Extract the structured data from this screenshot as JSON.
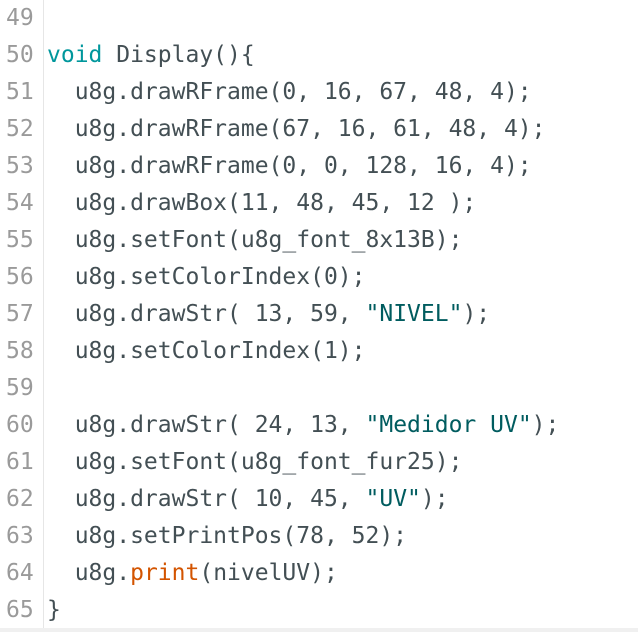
{
  "editor": {
    "lines": [
      {
        "num": "49",
        "parts": []
      },
      {
        "num": "50",
        "parts": [
          {
            "t": "void",
            "c": "kw-type"
          },
          {
            "t": " Display(){",
            "c": "plain"
          }
        ]
      },
      {
        "num": "51",
        "parts": [
          {
            "t": "  u8g.drawRFrame(0, 16, 67, 48, 4);",
            "c": "plain"
          }
        ]
      },
      {
        "num": "52",
        "parts": [
          {
            "t": "  u8g.drawRFrame(67, 16, 61, 48, 4);",
            "c": "plain"
          }
        ]
      },
      {
        "num": "53",
        "parts": [
          {
            "t": "  u8g.drawRFrame(0, 0, 128, 16, 4);",
            "c": "plain"
          }
        ]
      },
      {
        "num": "54",
        "parts": [
          {
            "t": "  u8g.drawBox(11, 48, 45, 12 );",
            "c": "plain"
          }
        ]
      },
      {
        "num": "55",
        "parts": [
          {
            "t": "  u8g.setFont(u8g_font_8x13B);",
            "c": "plain"
          }
        ]
      },
      {
        "num": "56",
        "parts": [
          {
            "t": "  u8g.setColorIndex(0);",
            "c": "plain"
          }
        ]
      },
      {
        "num": "57",
        "parts": [
          {
            "t": "  u8g.drawStr( 13, 59, ",
            "c": "plain"
          },
          {
            "t": "\"NIVEL\"",
            "c": "str"
          },
          {
            "t": ");",
            "c": "plain"
          }
        ]
      },
      {
        "num": "58",
        "parts": [
          {
            "t": "  u8g.setColorIndex(1);",
            "c": "plain"
          }
        ]
      },
      {
        "num": "59",
        "parts": []
      },
      {
        "num": "60",
        "parts": [
          {
            "t": "  u8g.drawStr( 24, 13, ",
            "c": "plain"
          },
          {
            "t": "\"Medidor UV\"",
            "c": "str"
          },
          {
            "t": ");",
            "c": "plain"
          }
        ]
      },
      {
        "num": "61",
        "parts": [
          {
            "t": "  u8g.setFont(u8g_font_fur25);",
            "c": "plain"
          }
        ]
      },
      {
        "num": "62",
        "parts": [
          {
            "t": "  u8g.drawStr( 10, 45, ",
            "c": "plain"
          },
          {
            "t": "\"UV\"",
            "c": "str"
          },
          {
            "t": ");",
            "c": "plain"
          }
        ]
      },
      {
        "num": "63",
        "parts": [
          {
            "t": "  u8g.setPrintPos(78, 52);",
            "c": "plain"
          }
        ]
      },
      {
        "num": "64",
        "parts": [
          {
            "t": "  u8g.",
            "c": "plain"
          },
          {
            "t": "print",
            "c": "kw-print"
          },
          {
            "t": "(nivelUV);",
            "c": "plain"
          }
        ]
      },
      {
        "num": "65",
        "parts": [
          {
            "t": "}",
            "c": "plain"
          }
        ]
      }
    ]
  },
  "colors": {
    "line_number": "#9a9a9a",
    "code_text": "#434f54",
    "type_keyword": "#00979c",
    "string_literal": "#005c5f",
    "print_keyword": "#d35400",
    "background": "#ffffff"
  }
}
